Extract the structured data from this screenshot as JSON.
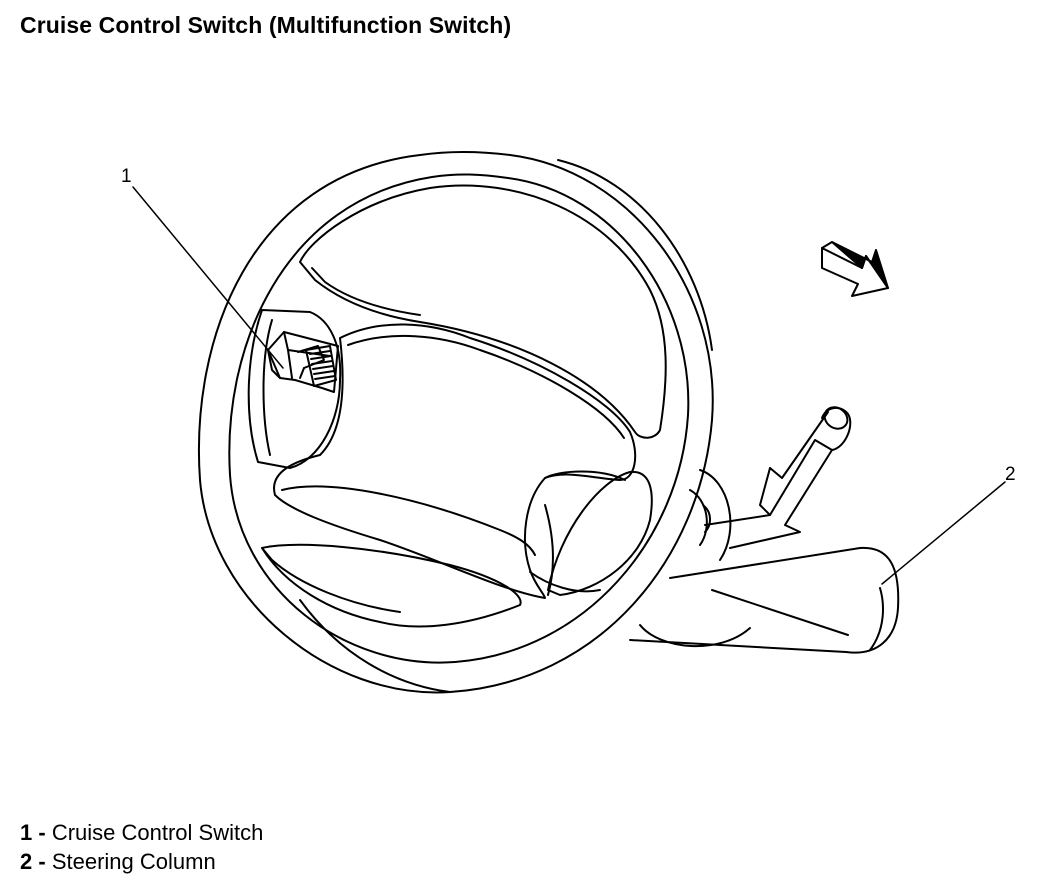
{
  "title": "Cruise Control Switch (Multifunction Switch)",
  "callouts": [
    {
      "number": "1",
      "label": "Cruise Control Switch"
    },
    {
      "number": "2",
      "label": "Steering Column"
    }
  ],
  "legend_separator": " - ",
  "colors": {
    "line": "#000000",
    "background": "#ffffff"
  },
  "icons": {
    "direction_arrow": "arrow-pointing-down-right"
  }
}
